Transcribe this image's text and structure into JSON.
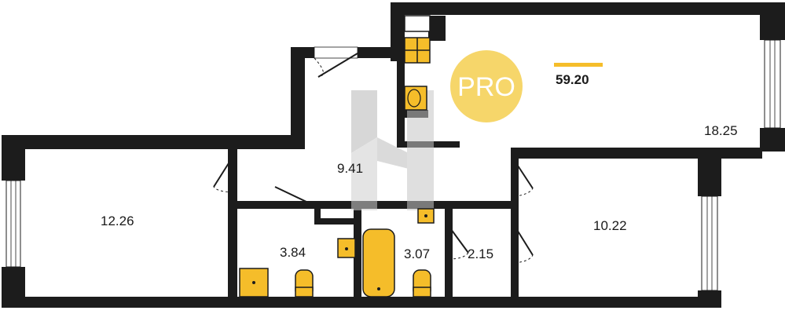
{
  "plan": {
    "total_area": "59.20",
    "badge_text": "PRO",
    "accent_color": "#f5bd2a",
    "badge_color": "#f6d66a",
    "watermark_color": "#c9c9c9",
    "rooms": [
      {
        "id": "room-left",
        "area": "12.26"
      },
      {
        "id": "hall",
        "area": "9.41"
      },
      {
        "id": "room-right",
        "area": "10.22"
      },
      {
        "id": "kitchen-living",
        "area": "18.25"
      },
      {
        "id": "bathroom",
        "area": "3.84"
      },
      {
        "id": "toilet-bath",
        "area": "3.07"
      },
      {
        "id": "closet",
        "area": "2.15"
      }
    ]
  }
}
